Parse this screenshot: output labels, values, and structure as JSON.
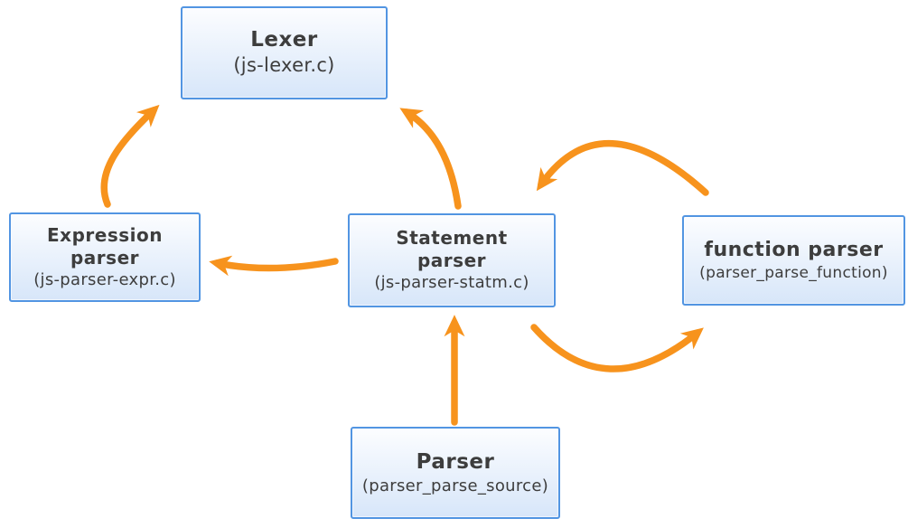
{
  "diagram": {
    "description": "Parser module call-flow diagram",
    "background": "#FFFFFF"
  },
  "colors": {
    "arrow": "#F7931D",
    "node_border": "#5295E2",
    "node_fill_top": "#FCFDFF",
    "node_fill_bottom": "#D7E6F9",
    "text": "#3D3D3D"
  },
  "nodes": [
    {
      "id": "lexer",
      "title": "Lexer",
      "subtitle": "(js-lexer.c)"
    },
    {
      "id": "expression-parser",
      "title": "Expression\nparser",
      "subtitle": "(js-parser-expr.c)"
    },
    {
      "id": "statement-parser",
      "title": "Statement\nparser",
      "subtitle": "(js-parser-statm.c)"
    },
    {
      "id": "function-parser",
      "title": "function parser",
      "subtitle": "(parser_parse_function)"
    },
    {
      "id": "parser",
      "title": "Parser",
      "subtitle": "(parser_parse_source)"
    }
  ],
  "edges": [
    {
      "from": "expression-parser",
      "to": "lexer"
    },
    {
      "from": "statement-parser",
      "to": "lexer"
    },
    {
      "from": "statement-parser",
      "to": "expression-parser"
    },
    {
      "from": "parser",
      "to": "statement-parser"
    },
    {
      "from": "function-parser",
      "to": "statement-parser"
    },
    {
      "from": "statement-parser",
      "to": "function-parser"
    }
  ]
}
